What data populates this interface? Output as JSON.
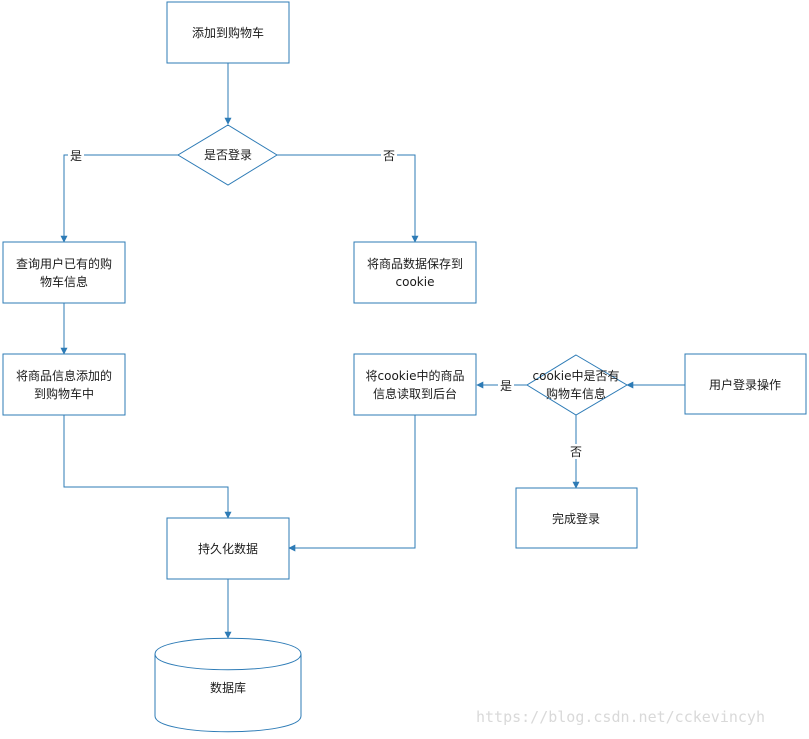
{
  "nodes": {
    "add_cart": {
      "lines": [
        "添加到购物车"
      ]
    },
    "is_logged_in": {
      "lines": [
        "是否登录"
      ]
    },
    "query_user_cart": {
      "lines": [
        "查询用户已有的购",
        "物车信息"
      ]
    },
    "save_to_cookie": {
      "lines": [
        "将商品数据保存到",
        "cookie"
      ]
    },
    "add_item_to_cart": {
      "lines": [
        "将商品信息添加的",
        "到购物车中"
      ]
    },
    "read_cookie_to_backend": {
      "lines": [
        "将cookie中的商品",
        "信息读取到后台"
      ]
    },
    "cookie_has_cart": {
      "lines": [
        "cookie中是否有",
        "购物车信息"
      ]
    },
    "user_login": {
      "lines": [
        "用户登录操作"
      ]
    },
    "finish_login": {
      "lines": [
        "完成登录"
      ]
    },
    "persist_data": {
      "lines": [
        "持久化数据"
      ]
    },
    "database": {
      "lines": [
        "数据库"
      ]
    }
  },
  "edge_labels": {
    "logged_in_yes": "是",
    "logged_in_no": "否",
    "cookie_yes": "是",
    "cookie_no": "否"
  },
  "watermark": "https://blog.csdn.net/cckevincyh",
  "colors": {
    "stroke": "#2d7bb6",
    "text": "#1a1a1a",
    "watermark": "#d9d9d9"
  }
}
